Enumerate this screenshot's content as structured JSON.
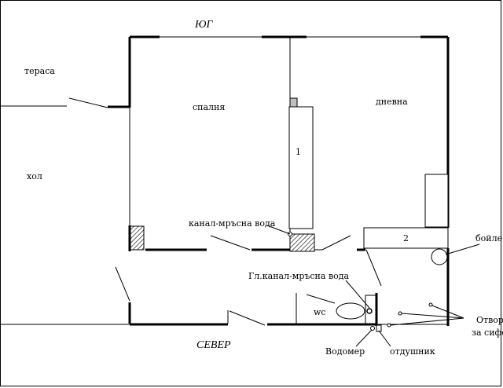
{
  "compass": {
    "south": "ЮГ",
    "north": "СЕВЕР"
  },
  "rooms": {
    "terrace": "тераса",
    "hall": "хол",
    "bedroom": "спалня",
    "living": "дневна",
    "wc": "wc"
  },
  "fixtures": {
    "cabinet_1": "1",
    "counter_2": "2"
  },
  "annotations": {
    "sewer": "канал-мръсна вода",
    "main_sewer": "Гл.канал-мръсна вода",
    "boiler": "бойле",
    "openings_line1": "Отвор",
    "openings_line2": "за сифо",
    "water_meter": "Водомер",
    "vent": "отдушник"
  },
  "colors": {
    "ink": "#000000",
    "background": "#ffffff",
    "fixture_fill": "#c0c0c0"
  }
}
